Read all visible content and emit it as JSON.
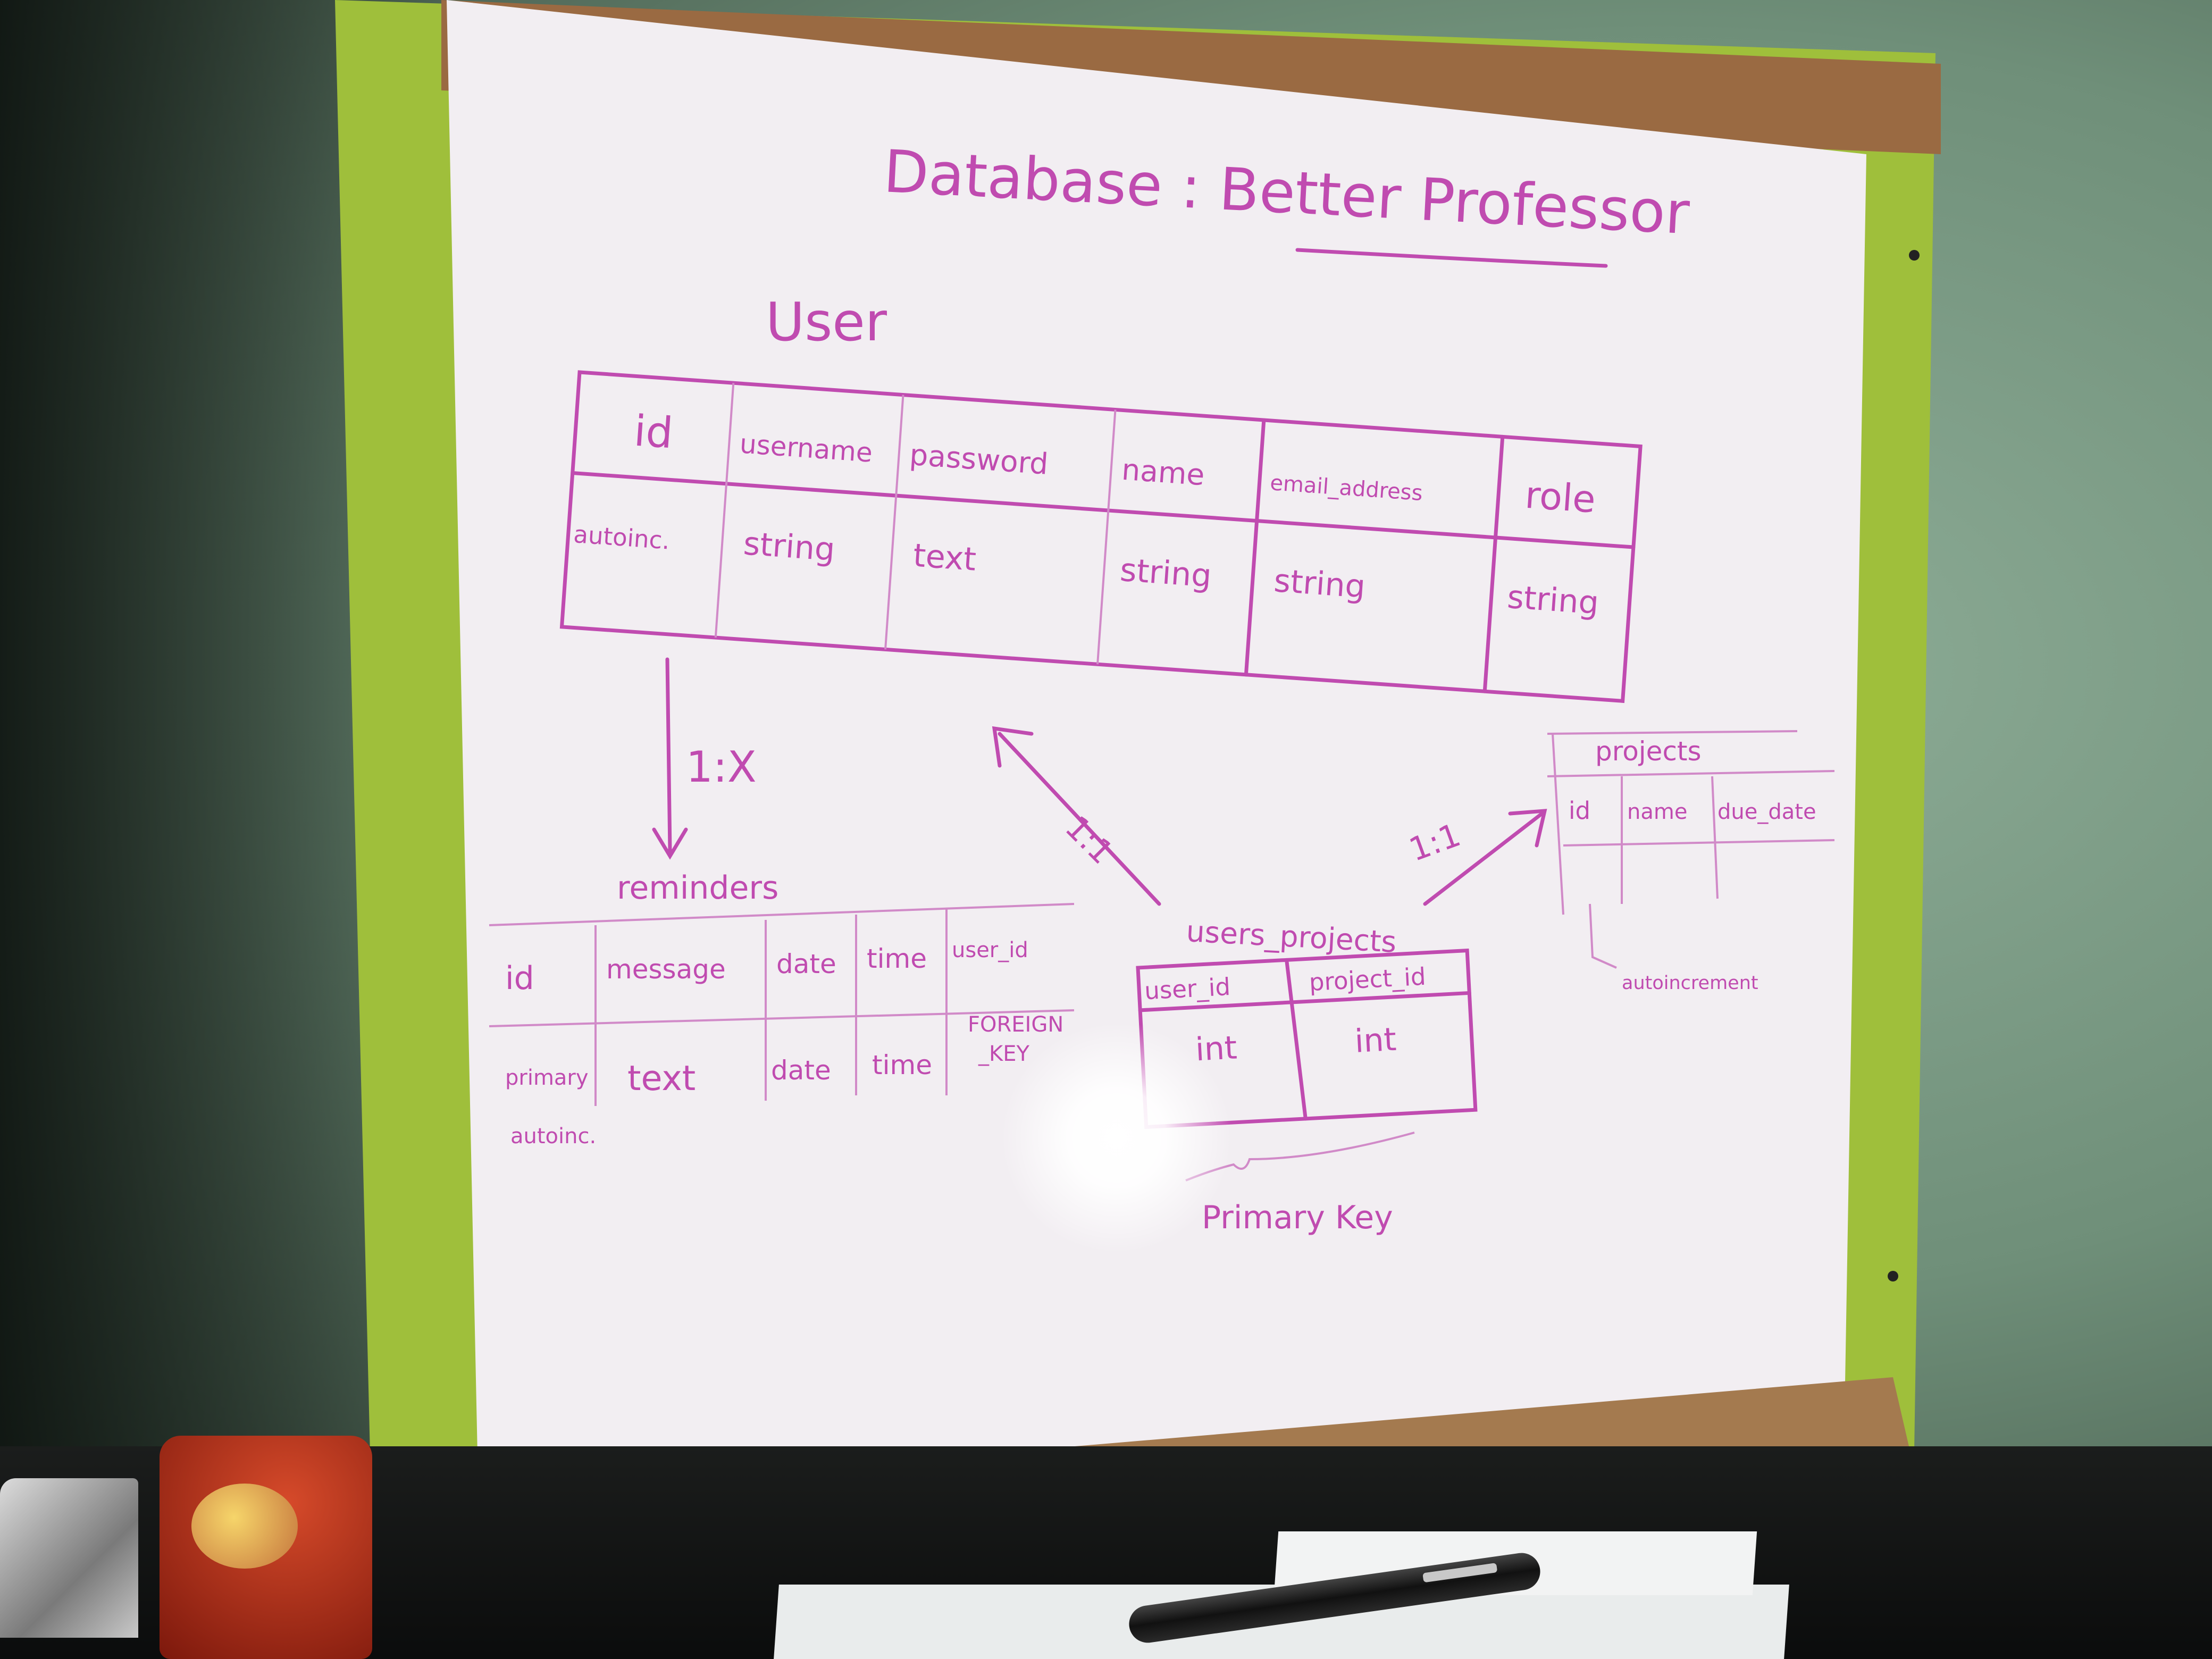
{
  "board": {
    "title": "Database : Better Professor",
    "user_table": {
      "title": "User",
      "columns": [
        "id",
        "username",
        "password",
        "name",
        "email_address",
        "role"
      ],
      "types": [
        "autoinc.",
        "string",
        "text",
        "string",
        "string",
        "string"
      ]
    },
    "rel_user_reminders": "1:X",
    "rel_user_users_projects": "1:1",
    "rel_users_projects_projects": "1:1",
    "reminders_table": {
      "title": "reminders",
      "columns": [
        "id",
        "message",
        "date",
        "time",
        "user_id"
      ],
      "types": [
        "primary",
        "text",
        "date",
        "time",
        "FOREIGN"
      ],
      "types_line2": [
        "autoinc.",
        "",
        "",
        "",
        "_KEY"
      ]
    },
    "users_projects_table": {
      "title": "users_projects",
      "columns": [
        "user_id",
        "project_id"
      ],
      "types": [
        "int",
        "int"
      ],
      "note": "Primary Key"
    },
    "projects_table": {
      "title": "projects",
      "columns": [
        "id",
        "name",
        "due_date"
      ],
      "note": "autoincrement"
    }
  },
  "colors": {
    "ink": "#c04bb0",
    "board": "#f2eef2",
    "frame_wood": "#a47a4f",
    "frame_green": "#9fbf3b"
  }
}
